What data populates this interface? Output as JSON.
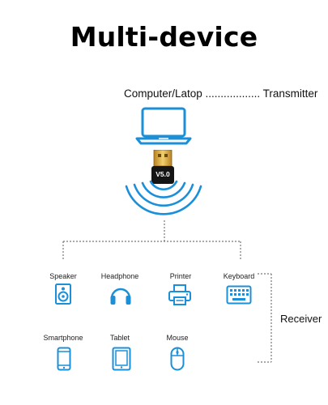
{
  "title": "Multi-device",
  "transmitter_label": "Computer/Latop .................. Transmitter",
  "dongle_label": "V5.0",
  "receiver_label": "Receiver",
  "colors": {
    "accent": "#1b8fd8",
    "line": "#777777",
    "dongle_gold": "#d9a83a"
  },
  "devices_row1": [
    {
      "label": "Speaker",
      "icon": "speaker-icon"
    },
    {
      "label": "Headphone",
      "icon": "headphone-icon"
    },
    {
      "label": "Printer",
      "icon": "printer-icon"
    },
    {
      "label": "Keyboard",
      "icon": "keyboard-icon"
    }
  ],
  "devices_row2": [
    {
      "label": "Smartphone",
      "icon": "smartphone-icon"
    },
    {
      "label": "Tablet",
      "icon": "tablet-icon"
    },
    {
      "label": "Mouse",
      "icon": "mouse-icon"
    }
  ]
}
